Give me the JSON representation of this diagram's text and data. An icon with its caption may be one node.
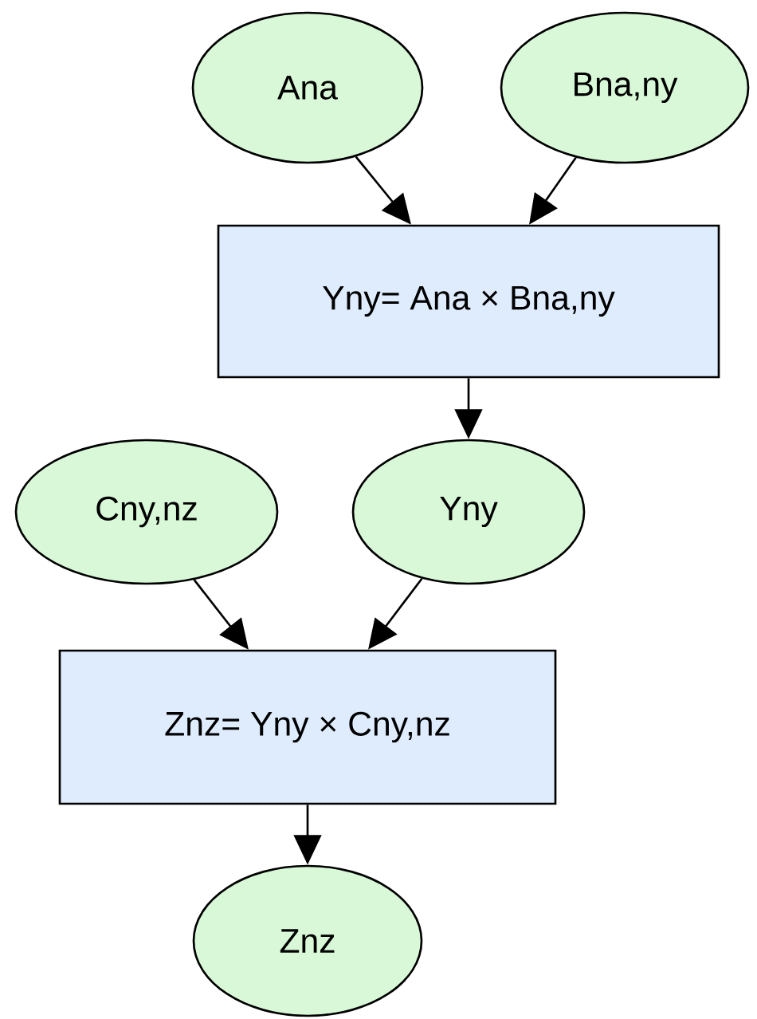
{
  "diagram": {
    "nodes": [
      {
        "text": [
          "Ana"
        ]
      },
      {
        "text": [
          "Bna,ny"
        ]
      },
      {
        "text": [
          "Yny= Ana ×  Bna,ny"
        ]
      },
      {
        "text": [
          "Cny,nz"
        ]
      },
      {
        "text": [
          "Yny"
        ]
      },
      {
        "text": [
          "Znz= Yny ×  Cny,nz"
        ]
      },
      {
        "text": [
          "Znz"
        ]
      }
    ],
    "edges": [
      {
        "from": 0,
        "to": 2,
        "arrow": "to"
      },
      {
        "from": 1,
        "to": 2,
        "arrow": "to"
      },
      {
        "from": 2,
        "to": 4,
        "arrow": "to"
      },
      {
        "from": 3,
        "to": 5,
        "arrow": "to"
      },
      {
        "from": 4,
        "to": 5,
        "arrow": "to"
      },
      {
        "from": 5,
        "to": 6,
        "arrow": "to"
      }
    ]
  }
}
